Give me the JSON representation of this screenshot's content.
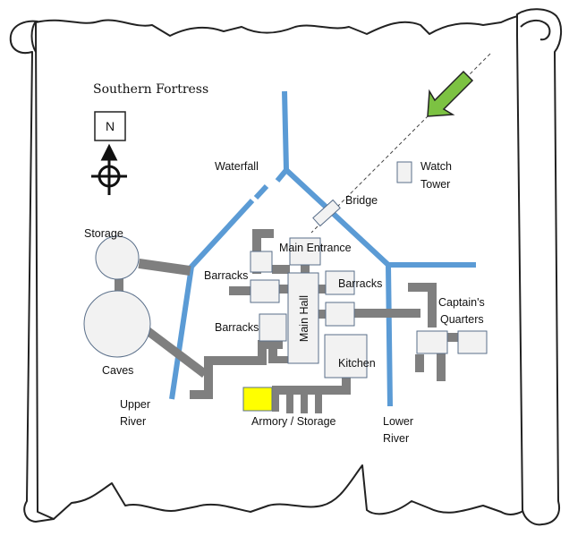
{
  "map": {
    "title": "Southern Fortress",
    "compass": {
      "letter": "N",
      "icon": "compass-rose-icon"
    },
    "arrow_icon": "green-arrow-icon",
    "colors": {
      "river": "#5b9bd5",
      "path": "#7f7f7f",
      "room_fill": "#f2f2f2",
      "room_stroke": "#5a6f8a",
      "armory": "#ffff00",
      "arrow": "#7cc242"
    },
    "labels": {
      "waterfall": "Waterfall",
      "bridge": "Bridge",
      "watch_tower_line1": "Watch",
      "watch_tower_line2": "Tower",
      "storage": "Storage",
      "main_entrance": "Main Entrance",
      "barracks_left": "Barracks",
      "barracks_right": "Barracks",
      "barracks_lower": "Barracks",
      "main_hall": "Main Hall",
      "kitchen": "Kitchen",
      "captains_line1": "Captain's",
      "captains_line2": "Quarters",
      "caves": "Caves",
      "upper_river_line1": "Upper",
      "upper_river_line2": "River",
      "armory": "Armory / Storage",
      "lower_river_line1": "Lower",
      "lower_river_line2": "River"
    }
  }
}
